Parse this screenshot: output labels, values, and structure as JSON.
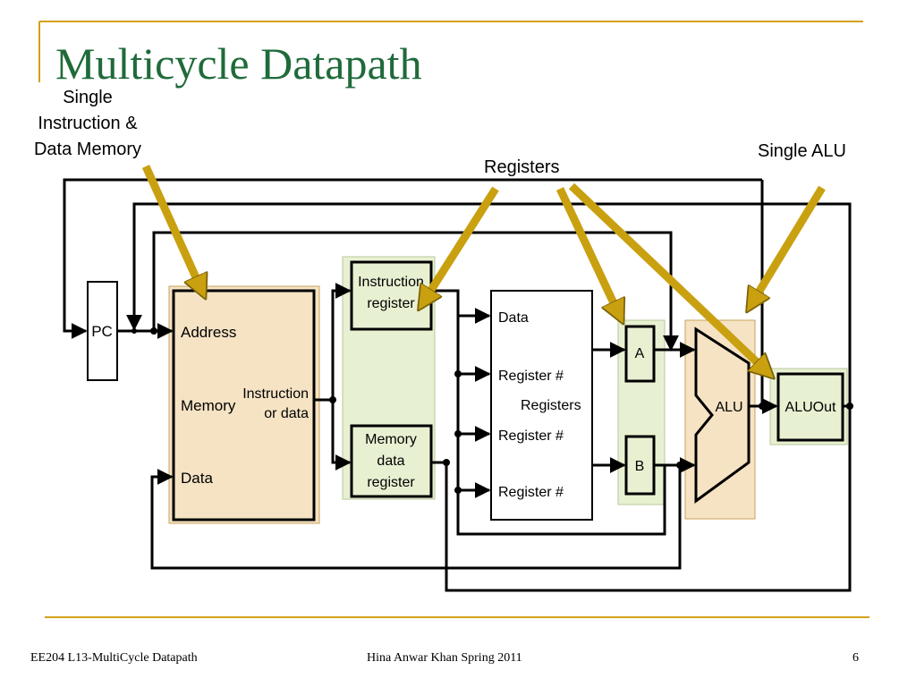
{
  "slide": {
    "title": "Multicycle Datapath",
    "footer_left": "EE204 L13-MultiCycle Datapath",
    "footer_center": "Hina Anwar Khan Spring 2011",
    "page_number": "6"
  },
  "callouts": {
    "memory": "Single Instruction & Data Memory",
    "registers": "Registers",
    "alu": "Single ALU"
  },
  "datapath": {
    "pc": "PC",
    "memory": {
      "address": "Address",
      "name": "Memory",
      "instruction_or_data_line1": "Instruction",
      "instruction_or_data_line2": "or data",
      "data": "Data"
    },
    "instruction_register": {
      "line1": "Instruction",
      "line2": "register"
    },
    "memory_data_register": {
      "line1": "Memory",
      "line2": "data",
      "line3": "register"
    },
    "register_file": {
      "data": "Data",
      "register_1": "Register #",
      "name": "Registers",
      "register_2": "Register #",
      "register_3": "Register #"
    },
    "reg_a": "A",
    "reg_b": "B",
    "alu": "ALU",
    "aluout": "ALUOut"
  },
  "colors": {
    "title": "#1f6b3a",
    "rule": "#d4a017",
    "arrow": "#c9a010",
    "memory_fill": "#f5e3c4",
    "register_fill": "#e8f0d2"
  }
}
